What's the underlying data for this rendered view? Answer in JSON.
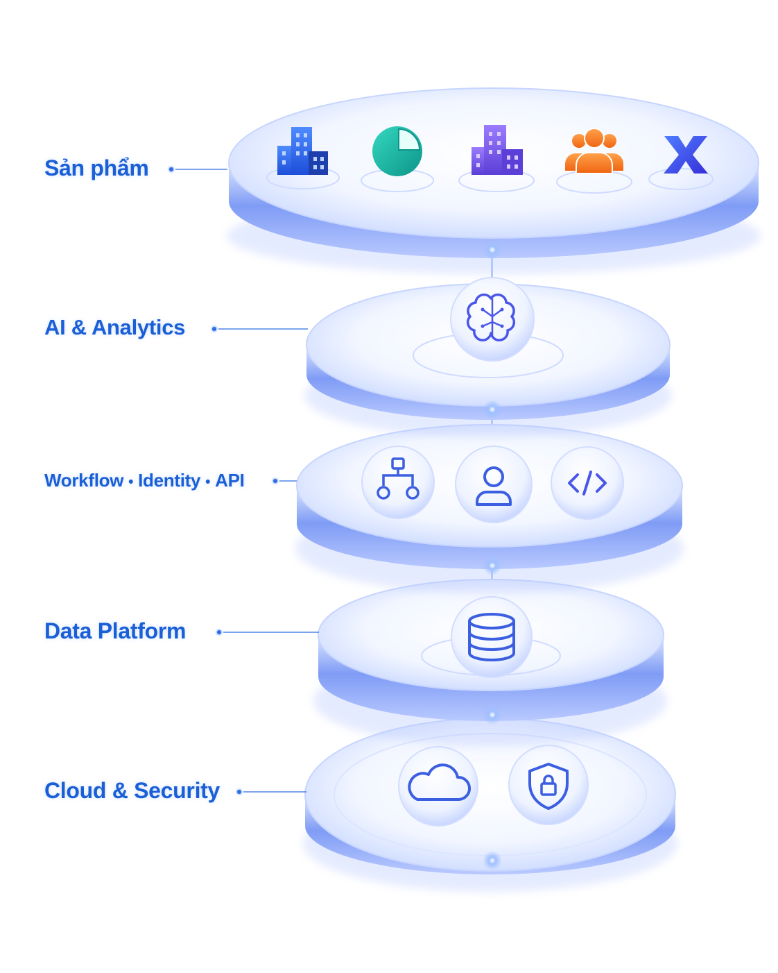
{
  "colors": {
    "label": "#1a5fd6",
    "glow": "#6f9bff",
    "line": "#2f6de0",
    "icon_stroke": "#3b5fe0",
    "building_blue": "#2563eb",
    "chart_teal": "#14b8a6",
    "building_purple": "#7c5cf0",
    "users_orange": "#f97316",
    "x_blue": "#3b4fe8"
  },
  "layers": [
    {
      "id": "products",
      "label": "Sản phẩm",
      "icons": [
        "building-blue-icon",
        "pie-chart-icon",
        "building-purple-icon",
        "users-icon",
        "x-logo-icon"
      ]
    },
    {
      "id": "ai",
      "label": "AI & Analytics",
      "icons": [
        "brain-circuit-icon"
      ]
    },
    {
      "id": "services",
      "label_parts": [
        "Workflow",
        "Identity",
        "API"
      ],
      "separator": "•",
      "icons": [
        "workflow-icon",
        "user-icon",
        "code-icon"
      ]
    },
    {
      "id": "data",
      "label": "Data Platform",
      "icons": [
        "database-icon"
      ]
    },
    {
      "id": "cloud",
      "label": "Cloud & Security",
      "icons": [
        "cloud-icon",
        "shield-lock-icon"
      ]
    }
  ]
}
